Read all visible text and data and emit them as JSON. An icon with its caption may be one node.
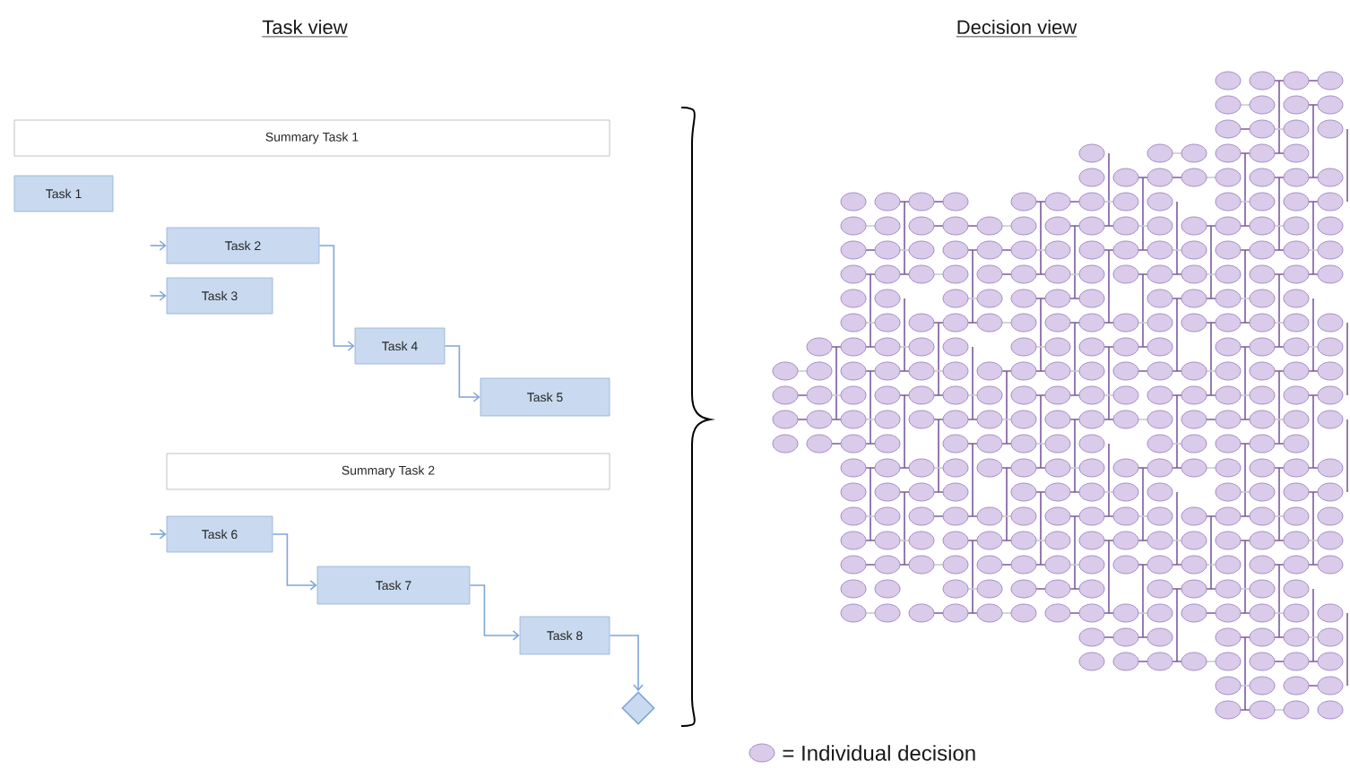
{
  "diagram": {
    "nodes": [
      {
        "text": [
          "Summary Task 1"
        ]
      },
      {
        "text": [
          "Task 1"
        ]
      },
      {
        "text": [
          "Task 2"
        ]
      },
      {
        "text": [
          "Task 3"
        ]
      },
      {
        "text": [
          "Task 4"
        ]
      },
      {
        "text": [
          "Task 5"
        ]
      },
      {
        "text": [
          "Summary Task 2"
        ]
      },
      {
        "text": [
          "Task 6"
        ]
      },
      {
        "text": [
          "Task 7"
        ]
      },
      {
        "text": [
          "Task 8"
        ]
      },
      {
        "text": [],
        "shape": "diamond"
      }
    ],
    "edges": [
      {
        "from": null,
        "to": 2,
        "arrow": "to"
      },
      {
        "from": null,
        "to": 3,
        "arrow": "to"
      },
      {
        "from": 2,
        "to": 4,
        "arrow": "to"
      },
      {
        "from": 4,
        "to": 5,
        "arrow": "to"
      },
      {
        "from": null,
        "to": 7,
        "arrow": "to"
      },
      {
        "from": 7,
        "to": 8,
        "arrow": "to"
      },
      {
        "from": 8,
        "to": 9,
        "arrow": "to"
      },
      {
        "from": 9,
        "to": 10,
        "arrow": "to"
      }
    ],
    "labels": [
      "Task view",
      "Decision view"
    ],
    "legend": [
      {
        "text": "= Individual decision"
      }
    ]
  }
}
